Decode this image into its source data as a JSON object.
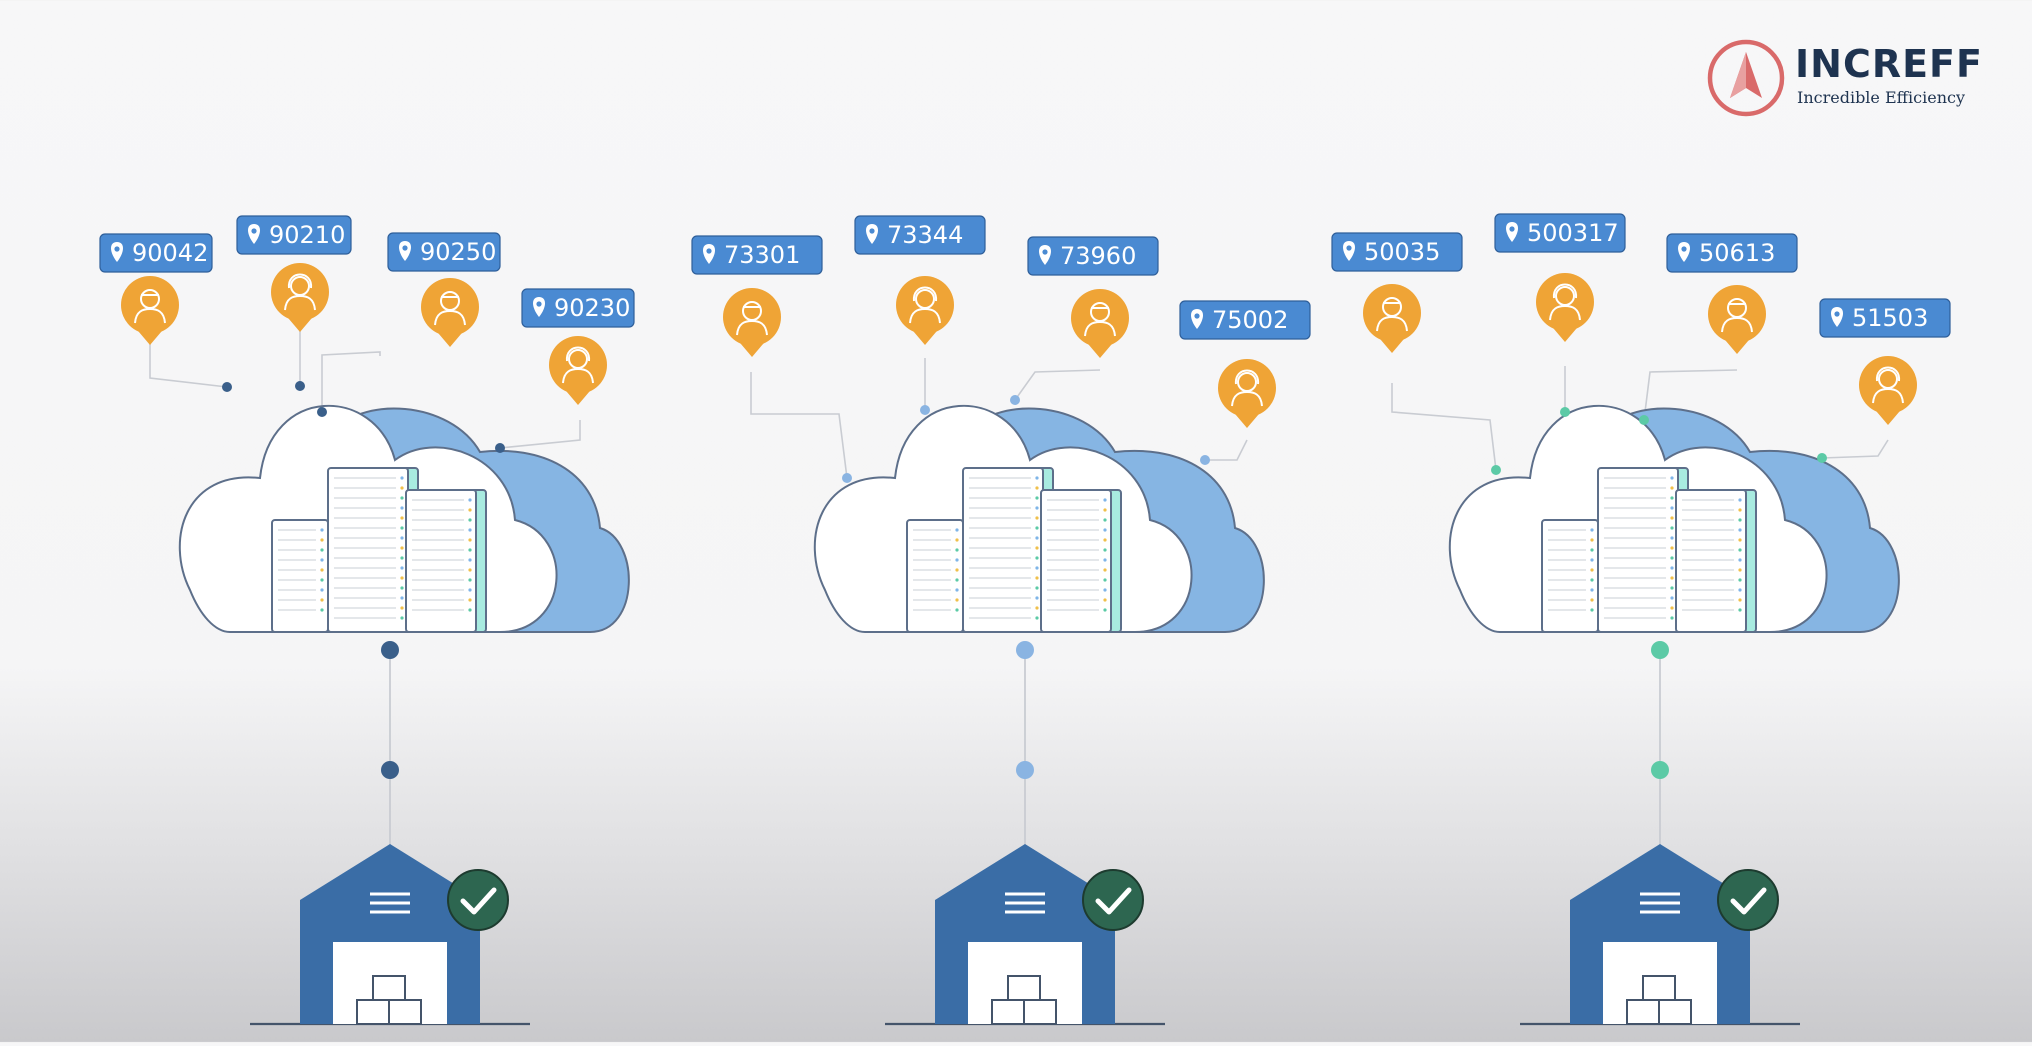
{
  "brand": {
    "name": "INCREFF",
    "tagline": "Incredible Efficiency"
  },
  "colors": {
    "tag_blue": "#4a8ad2",
    "person_orange": "#efa436",
    "cloud_back": "#86b5e3",
    "server_teal": "#a8ebe0",
    "warehouse_blue": "#3a6da6",
    "check_green": "#2d6650",
    "cluster1_dot": "#3a5f8a",
    "cluster2_dot": "#8ab4e2",
    "cluster3_dot": "#5ccaa6"
  },
  "clusters": [
    {
      "name": "cluster-1",
      "pins": [
        {
          "code": "90042",
          "person": "male"
        },
        {
          "code": "90210",
          "person": "female"
        },
        {
          "code": "90250",
          "person": "male"
        },
        {
          "code": "90230",
          "person": "female"
        }
      ]
    },
    {
      "name": "cluster-2",
      "pins": [
        {
          "code": "73301",
          "person": "male"
        },
        {
          "code": "73344",
          "person": "female"
        },
        {
          "code": "73960",
          "person": "male"
        },
        {
          "code": "75002",
          "person": "female"
        }
      ]
    },
    {
      "name": "cluster-3",
      "pins": [
        {
          "code": "50035",
          "person": "male"
        },
        {
          "code": "500317",
          "person": "female"
        },
        {
          "code": "50613",
          "person": "male"
        },
        {
          "code": "51503",
          "person": "female"
        }
      ]
    }
  ]
}
